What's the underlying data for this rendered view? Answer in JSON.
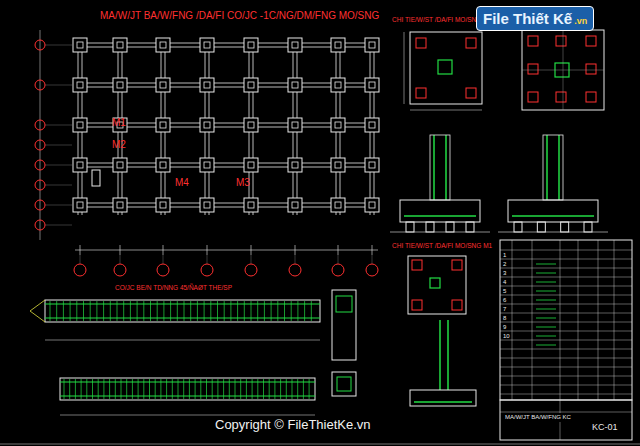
{
  "diagram": {
    "nodes": [
      {
        "text": [
          "File Thiết Kế",
          ".vn"
        ]
      },
      {
        "text": [
          "MA/W/JT BA/W/FNG KC"
        ]
      },
      {
        "text": [
          "KC-01"
        ]
      }
    ],
    "labels": [
      "MA/W/JT BA/W/FNG /DA/FI CO/JC -1C/NG/DM/FNG MO/SNG",
      "M1",
      "M2",
      "M4",
      "M3",
      "CHI TIE/W/ST /DA/FI MO/SNG M2",
      "CHI TIE/W/ST /DA/FI MO/SNG M1",
      "CO/JC BE/N TD/NNG 45/ÑAØT THE/SP",
      "Copyright © FileThietKe.vn",
      "1",
      "2",
      "3",
      "4",
      "5",
      "6",
      "7",
      "8",
      "9",
      "10"
    ]
  }
}
